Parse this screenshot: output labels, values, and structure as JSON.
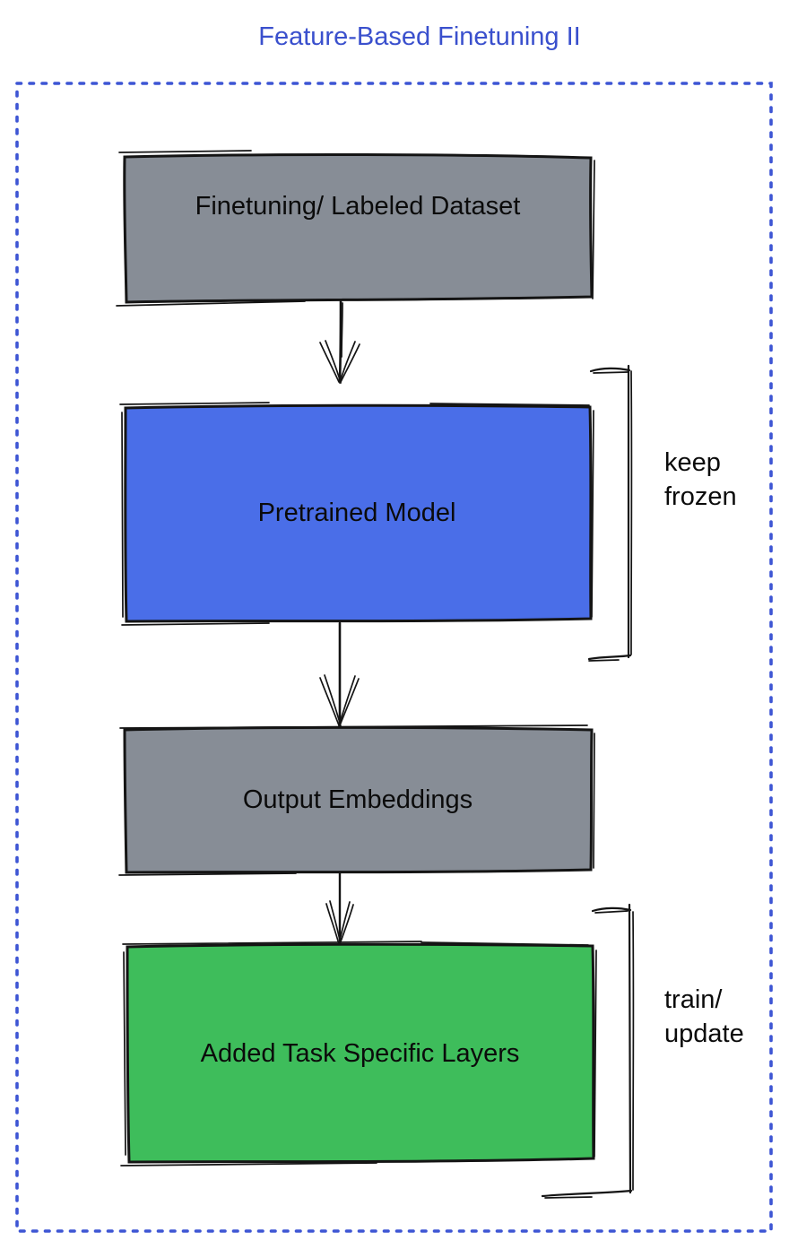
{
  "title": "Feature-Based Finetuning II",
  "colors": {
    "accent_blue": "#3a50cd",
    "frame_blue": "#3d55d4",
    "box_gray": "#878d96",
    "box_blue": "#4a6ee8",
    "box_green": "#3ebd5b",
    "ink": "#141414",
    "label_ink": "#0b0b0b"
  },
  "boxes": [
    {
      "label": "Finetuning/ Labeled Dataset"
    },
    {
      "label": "Pretrained Model"
    },
    {
      "label": "Output Embeddings"
    },
    {
      "label": "Added Task Specific Layers"
    }
  ],
  "annotations": [
    {
      "lines": [
        "keep",
        "frozen"
      ]
    },
    {
      "lines": [
        "train/",
        "update"
      ]
    }
  ]
}
